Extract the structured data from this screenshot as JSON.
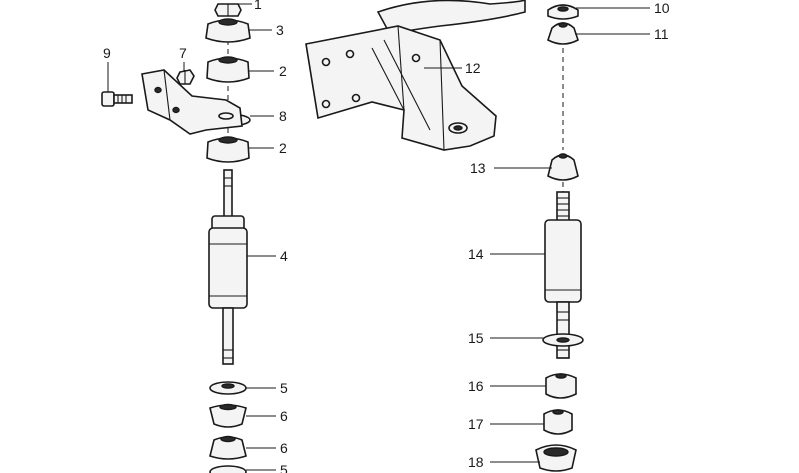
{
  "callouts": {
    "c1": "1",
    "c2a": "2",
    "c2b": "2",
    "c3": "3",
    "c4": "4",
    "c5a": "5",
    "c5b": "5",
    "c6a": "6",
    "c6b": "6",
    "c7": "7",
    "c8": "8",
    "c9": "9",
    "c10": "10",
    "c11": "11",
    "c12": "12",
    "c13": "13",
    "c14": "14",
    "c15": "15",
    "c16": "16",
    "c17": "17",
    "c18": "18"
  }
}
